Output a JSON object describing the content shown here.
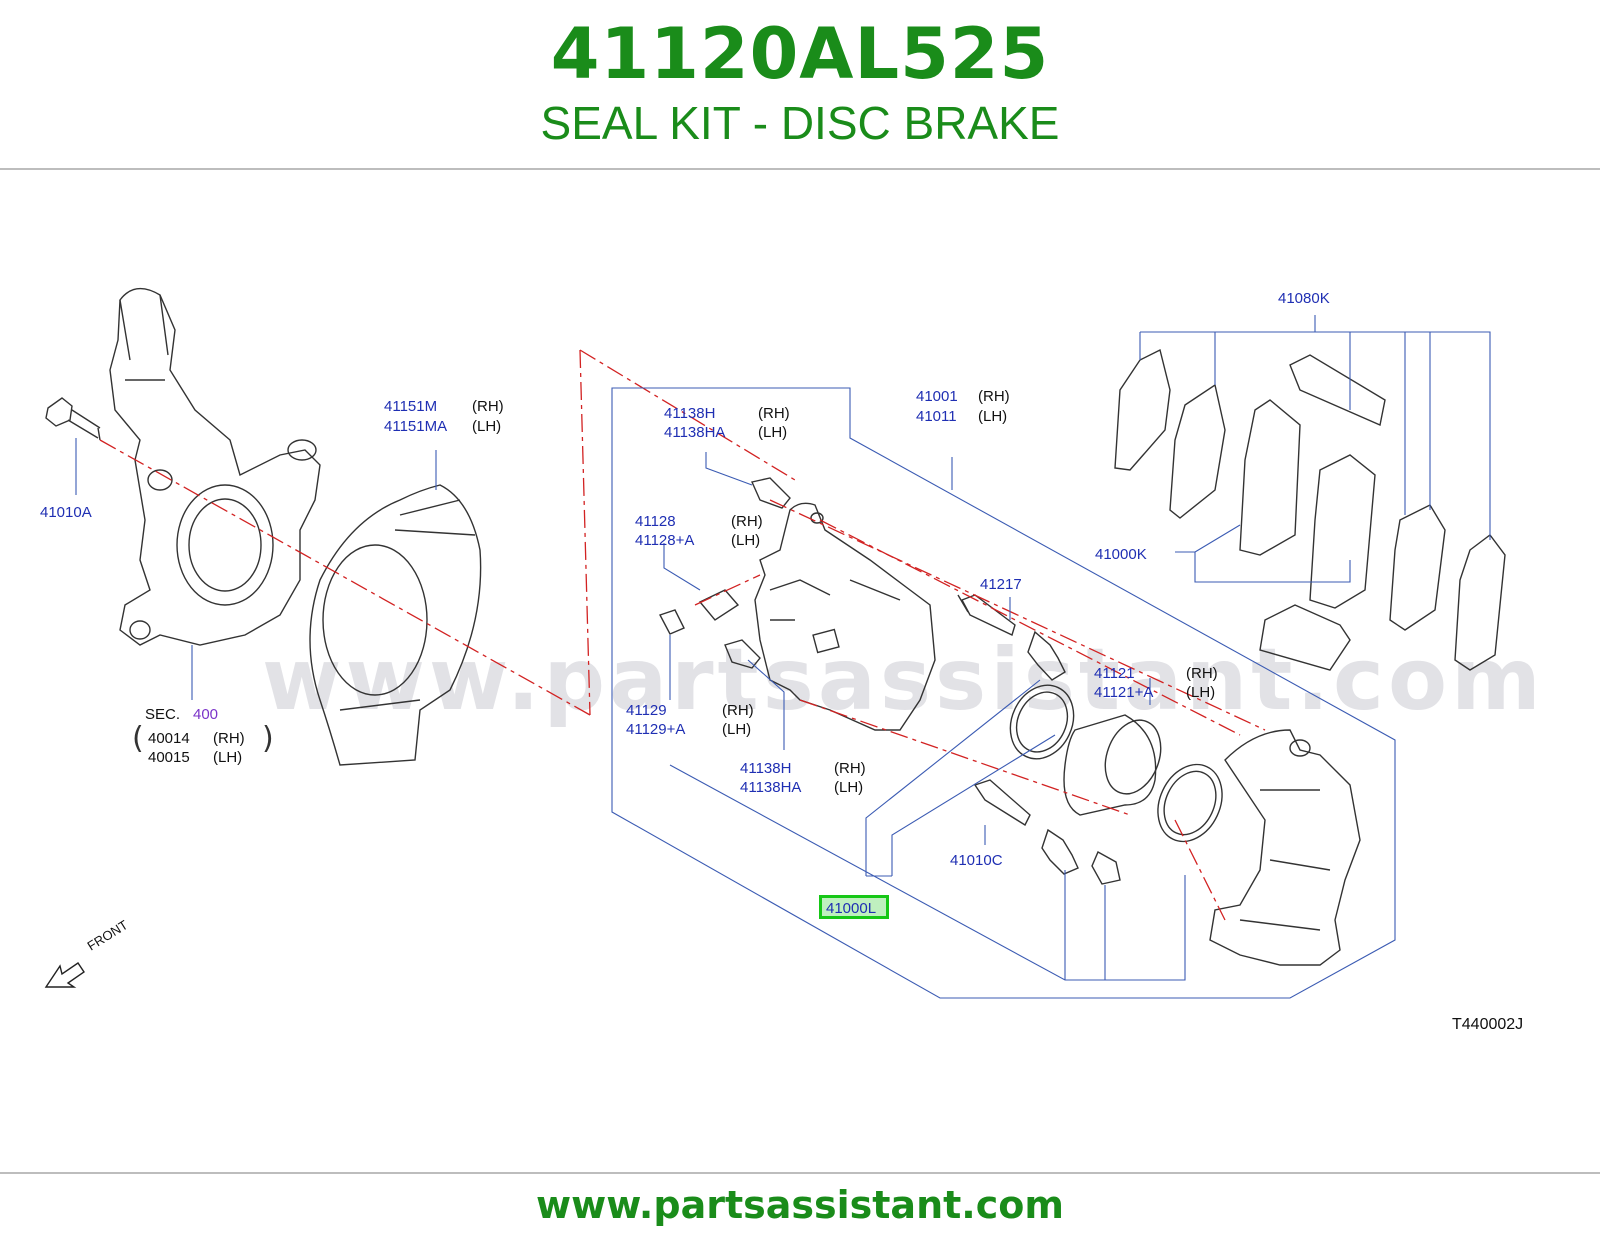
{
  "header": {
    "part_number": "41120AL525",
    "description": "SEAL KIT - DISC BRAKE"
  },
  "diagram": {
    "watermark": "www.partsassistant.com",
    "drawing_code": "T440002J",
    "front_label": "FRONT",
    "highlighted_part": "41000L",
    "labels": {
      "p41010A": "41010A",
      "sec": "SEC.",
      "sec_num": "400",
      "p40014": "40014",
      "p40015": "40015",
      "p41151M": "41151M",
      "p41151MA": "41151MA",
      "p41138H_top": "41138H",
      "p41138HA_top": "41138HA",
      "p41128": "41128",
      "p41128A": "41128+A",
      "p41129": "41129",
      "p41129A": "41129+A",
      "p41138H_bot": "41138H",
      "p41138HA_bot": "41138HA",
      "p41001": "41001",
      "p41011": "41011",
      "p41217": "41217",
      "p41121": "41121",
      "p41121A": "41121+A",
      "p41010C": "41010C",
      "p41080K": "41080K",
      "p41000K": "41000K"
    },
    "side": {
      "rh": "(RH)",
      "lh": "(LH)"
    }
  },
  "footer": {
    "url": "www.partsassistant.com"
  },
  "colors": {
    "brand_green": "#1a8c1a",
    "label_blue": "#1f2fb3",
    "highlight": "#16c716",
    "dash_red": "#d22222"
  }
}
